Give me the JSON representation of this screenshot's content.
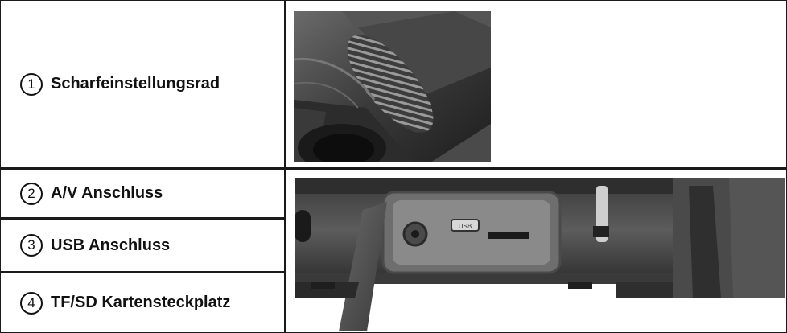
{
  "rows": [
    {
      "number": "1",
      "label": "Scharfeinstellungsrad"
    },
    {
      "number": "2",
      "label": "A/V Anschluss"
    },
    {
      "number": "3",
      "label": "USB Anschluss"
    },
    {
      "number": "4",
      "label": "TF/SD Kartensteckplatz"
    }
  ],
  "images": {
    "focus_wheel": {
      "icon": "focus-wheel-photo"
    },
    "ports": {
      "icon": "ports-photo",
      "usb_text": "USB"
    }
  },
  "colors": {
    "border": "#1a1a1a",
    "text": "#111111",
    "device_dark": "#2b2b2b",
    "device_mid": "#5a5a5a",
    "device_light": "#8a8a8a"
  }
}
